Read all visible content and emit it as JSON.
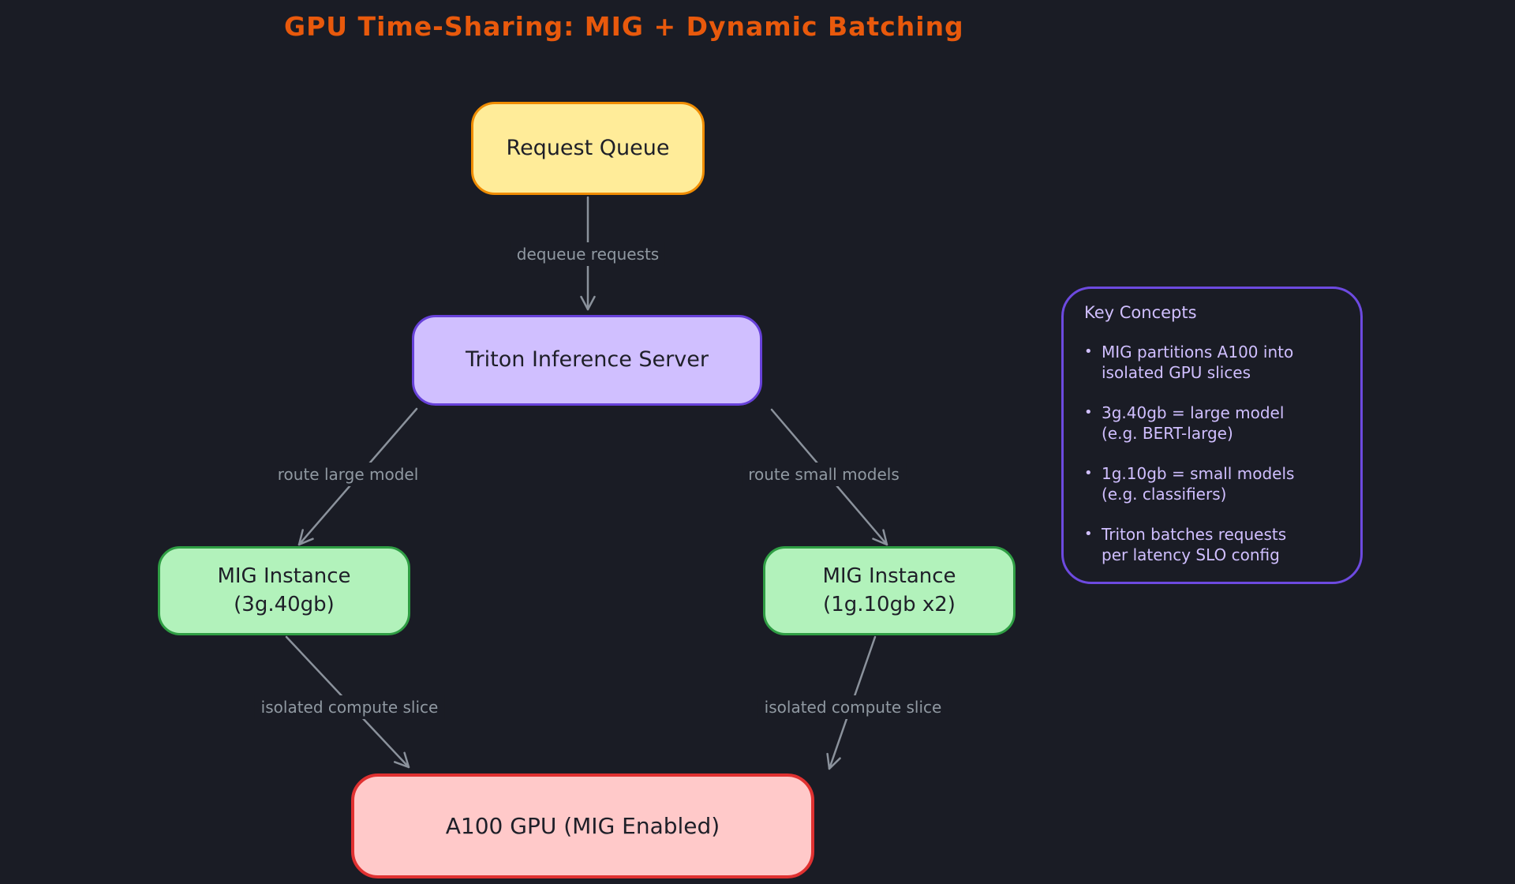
{
  "diagram": {
    "title": "GPU Time-Sharing: MIG + Dynamic Batching",
    "nodes": {
      "request_queue": {
        "label": "Request Queue"
      },
      "triton": {
        "label": "Triton Inference Server"
      },
      "mig_large": {
        "label": "MIG Instance\n(3g.40gb)"
      },
      "mig_small": {
        "label": "MIG Instance\n(1g.10gb x2)"
      },
      "a100": {
        "label": "A100 GPU (MIG Enabled)"
      }
    },
    "edges": {
      "dequeue": {
        "label": "dequeue requests"
      },
      "route_large": {
        "label": "route large model"
      },
      "route_small": {
        "label": "route small models"
      },
      "isolated_left": {
        "label": "isolated compute slice"
      },
      "isolated_right": {
        "label": "isolated compute slice"
      }
    },
    "key_concepts": {
      "title": "Key Concepts",
      "marker": "•",
      "bullets": [
        "MIG partitions A100 into\nisolated GPU slices",
        "3g.40gb = large model\n(e.g. BERT-large)",
        "1g.10gb = small models\n(e.g. classifiers)",
        "Triton batches requests\nper latency SLO config"
      ]
    },
    "colors": {
      "canvas_background": "#1a1c25",
      "title_orange": "#e8590c",
      "queue_fill": "#ffec99",
      "queue_border": "#f08c00",
      "triton_fill": "#d0bfff",
      "triton_border": "#6741d9",
      "mig_fill": "#b2f2bb",
      "mig_border": "#2f9e44",
      "gpu_fill": "#ffc9c9",
      "gpu_border": "#e03131",
      "arrow_gray": "#8b929c",
      "key_concepts_border": "#6d4ae0",
      "key_concepts_text": "#d0bfff"
    }
  }
}
